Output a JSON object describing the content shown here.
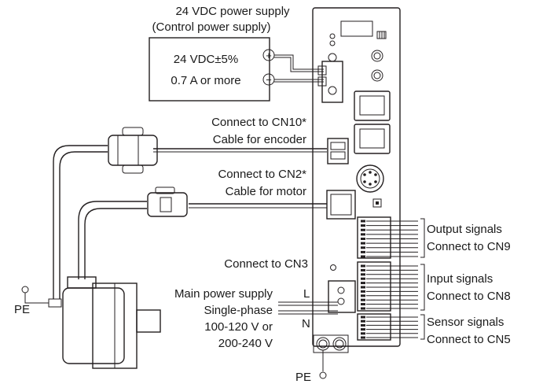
{
  "power_supply_24v": {
    "title_line1": "24 VDC power supply",
    "title_line2": "(Control power supply)",
    "spec_line1": "24 VDC±5%",
    "spec_line2": "0.7 A or more",
    "plus_symbol": "+",
    "minus_symbol": "−"
  },
  "encoder_cable": {
    "line1": "Connect to CN10*",
    "line2": "Cable for encoder"
  },
  "motor_cable": {
    "line1": "Connect to CN2*",
    "line2": "Cable for motor"
  },
  "main_power": {
    "connect_label": "Connect to CN3",
    "line1": "Main power supply",
    "line2": "Single-phase",
    "line3": "100-120 V or",
    "line4": "200-240 V",
    "terminal_l": "L",
    "terminal_n": "N"
  },
  "signals": {
    "output_line1": "Output signals",
    "output_line2": "Connect to CN9",
    "input_line1": "Input signals",
    "input_line2": "Connect to CN8",
    "sensor_line1": "Sensor signals",
    "sensor_line2": "Connect to CN5"
  },
  "ground": {
    "pe_motor": "PE",
    "pe_driver": "PE"
  },
  "icons": [
    "driver-unit",
    "motor",
    "encoder-connector",
    "motor-connector",
    "ground-terminal",
    "dip-switch",
    "rotary-switch",
    "rj45-port",
    "mini-din-port"
  ]
}
